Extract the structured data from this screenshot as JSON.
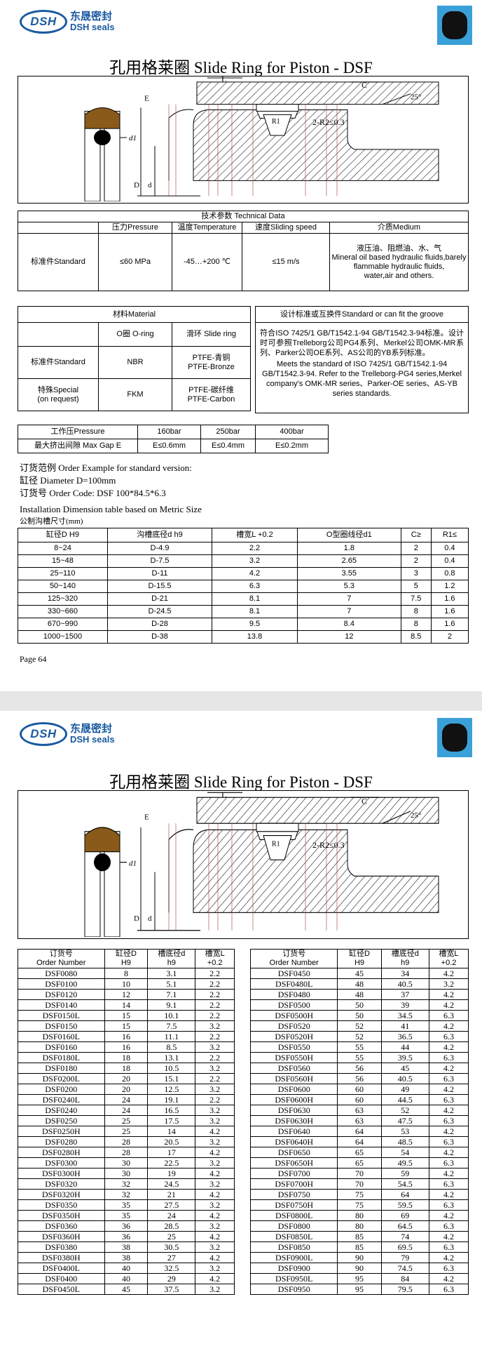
{
  "logo": {
    "mark": "DSH",
    "cn": "东晟密封",
    "en": "DSH seals"
  },
  "title": "孔用格莱圈 Slide Ring for Piston - DSF",
  "drawing": {
    "labels": [
      "L",
      "C",
      "E",
      "25°",
      "R1",
      "2-R2≤0.3",
      "d1",
      "D",
      "d"
    ]
  },
  "tech": {
    "header": "技术参数 Technical Data",
    "cols": [
      "压力Pressure",
      "温度Temperature",
      "速度Sliding speed",
      "介质Medium"
    ],
    "row_label": "标准件Standard",
    "values": [
      "≤60 MPa",
      "-45…+200 ℃",
      "≤15 m/s",
      "液压油、阻燃油、水、气\nMineral oil based hydraulic fluids,barely flammable hydraulic fluids,\nwater,air and others."
    ]
  },
  "material": {
    "header": "材料Material",
    "cols": [
      "O圈 O-ring",
      "滑环 Slide ring"
    ],
    "rows": [
      {
        "label": "标准件Standard",
        "oring": "NBR",
        "slide": "PTFE-青铜\nPTFE-Bronze"
      },
      {
        "label": "特殊Special\n(on request)",
        "oring": "FKM",
        "slide": "PTFE-碳纤维\nPTFE-Carbon"
      }
    ]
  },
  "groove": {
    "header": "设计标准或互换件Standard or can fit the groove",
    "cn": "符合ISO 7425/1  GB/T1542.1-94  GB/T1542.3-94标准。设计时可参照Trelleborg公司PG4系列、Merkel公司OMK-MR系列、Parker公司OE系列、AS公司的YB系列标准。",
    "en": "Meets the standard of  ISO 7425/1  GB/T1542.1-94 GB/T1542.3-94. Refer to the Trelleborg-PG4 series,Merkel company's OMK-MR series、Parker-OE series、AS-YB series standards."
  },
  "pressure": {
    "rows": [
      {
        "label": "工作压Pressure",
        "v": [
          "160bar",
          "250bar",
          "400bar"
        ]
      },
      {
        "label": "最大挤出间隙 Max Gap E",
        "v": [
          "E≤0.6mm",
          "E≤0.4mm",
          "E≤0.2mm"
        ]
      }
    ]
  },
  "order": {
    "l1": "订货范例  Order Example for standard version:",
    "l2": "缸径  Diameter D=100mm",
    "l3": "订货号 Order Code: DSF 100*84.5*6.3",
    "l4": "Installation Dimension table based on Metric Size",
    "l5": "公制沟槽尺寸(mm)"
  },
  "install": {
    "headers": [
      "缸径D  H9",
      "沟槽底径d  h9",
      "槽宽L  +0.2",
      "O型圈线径d1",
      "C≥",
      "R1≤"
    ],
    "rows": [
      [
        "8~24",
        "D-4.9",
        "2.2",
        "1.8",
        "2",
        "0.4"
      ],
      [
        "15~48",
        "D-7.5",
        "3.2",
        "2.65",
        "2",
        "0.4"
      ],
      [
        "25~110",
        "D-11",
        "4.2",
        "3.55",
        "3",
        "0.8"
      ],
      [
        "50~140",
        "D-15.5",
        "6.3",
        "5.3",
        "5",
        "1.2"
      ],
      [
        "125~320",
        "D-21",
        "8.1",
        "7",
        "7.5",
        "1.6"
      ],
      [
        "330~660",
        "D-24.5",
        "8.1",
        "7",
        "8",
        "1.6"
      ],
      [
        "670~990",
        "D-28",
        "9.5",
        "8.4",
        "8",
        "1.6"
      ],
      [
        "1000~1500",
        "D-38",
        "13.8",
        "12",
        "8.5",
        "2"
      ]
    ]
  },
  "page_label": "Page  64",
  "order_table": {
    "headers": [
      "订货号\nOrder Number",
      "缸径D\nH9",
      "槽底径d\nh9",
      "槽宽L\n+0.2"
    ],
    "left": [
      [
        "DSF0080",
        "8",
        "3.1",
        "2.2"
      ],
      [
        "DSF0100",
        "10",
        "5.1",
        "2.2"
      ],
      [
        "DSF0120",
        "12",
        "7.1",
        "2.2"
      ],
      [
        "DSF0140",
        "14",
        "9.1",
        "2.2"
      ],
      [
        "DSF0150L",
        "15",
        "10.1",
        "2.2"
      ],
      [
        "DSF0150",
        "15",
        "7.5",
        "3.2"
      ],
      [
        "DSF0160L",
        "16",
        "11.1",
        "2.2"
      ],
      [
        "DSF0160",
        "16",
        "8.5",
        "3.2"
      ],
      [
        "DSF0180L",
        "18",
        "13.1",
        "2.2"
      ],
      [
        "DSF0180",
        "18",
        "10.5",
        "3.2"
      ],
      [
        "DSF0200L",
        "20",
        "15.1",
        "2.2"
      ],
      [
        "DSF0200",
        "20",
        "12.5",
        "3.2"
      ],
      [
        "DSF0240L",
        "24",
        "19.1",
        "2.2"
      ],
      [
        "DSF0240",
        "24",
        "16.5",
        "3.2"
      ],
      [
        "DSF0250",
        "25",
        "17.5",
        "3.2"
      ],
      [
        "DSF0250H",
        "25",
        "14",
        "4.2"
      ],
      [
        "DSF0280",
        "28",
        "20.5",
        "3.2"
      ],
      [
        "DSF0280H",
        "28",
        "17",
        "4.2"
      ],
      [
        "DSF0300",
        "30",
        "22.5",
        "3.2"
      ],
      [
        "DSF0300H",
        "30",
        "19",
        "4.2"
      ],
      [
        "DSF0320",
        "32",
        "24.5",
        "3.2"
      ],
      [
        "DSF0320H",
        "32",
        "21",
        "4.2"
      ],
      [
        "DSF0350",
        "35",
        "27.5",
        "3.2"
      ],
      [
        "DSF0350H",
        "35",
        "24",
        "4.2"
      ],
      [
        "DSF0360",
        "36",
        "28.5",
        "3.2"
      ],
      [
        "DSF0360H",
        "36",
        "25",
        "4.2"
      ],
      [
        "DSF0380",
        "38",
        "30.5",
        "3.2"
      ],
      [
        "DSF0380H",
        "38",
        "27",
        "4.2"
      ],
      [
        "DSF0400L",
        "40",
        "32.5",
        "3.2"
      ],
      [
        "DSF0400",
        "40",
        "29",
        "4.2"
      ],
      [
        "DSF0450L",
        "45",
        "37.5",
        "3.2"
      ]
    ],
    "right": [
      [
        "DSF0450",
        "45",
        "34",
        "4.2"
      ],
      [
        "DSF0480L",
        "48",
        "40.5",
        "3.2"
      ],
      [
        "DSF0480",
        "48",
        "37",
        "4.2"
      ],
      [
        "DSF0500",
        "50",
        "39",
        "4.2"
      ],
      [
        "DSF0500H",
        "50",
        "34.5",
        "6.3"
      ],
      [
        "DSF0520",
        "52",
        "41",
        "4.2"
      ],
      [
        "DSF0520H",
        "52",
        "36.5",
        "6.3"
      ],
      [
        "DSF0550",
        "55",
        "44",
        "4.2"
      ],
      [
        "DSF0550H",
        "55",
        "39.5",
        "6.3"
      ],
      [
        "DSF0560",
        "56",
        "45",
        "4.2"
      ],
      [
        "DSF0560H",
        "56",
        "40.5",
        "6.3"
      ],
      [
        "DSF0600",
        "60",
        "49",
        "4.2"
      ],
      [
        "DSF0600H",
        "60",
        "44.5",
        "6.3"
      ],
      [
        "DSF0630",
        "63",
        "52",
        "4.2"
      ],
      [
        "DSF0630H",
        "63",
        "47.5",
        "6.3"
      ],
      [
        "DSF0640",
        "64",
        "53",
        "4.2"
      ],
      [
        "DSF0640H",
        "64",
        "48.5",
        "6.3"
      ],
      [
        "DSF0650",
        "65",
        "54",
        "4.2"
      ],
      [
        "DSF0650H",
        "65",
        "49.5",
        "6.3"
      ],
      [
        "DSF0700",
        "70",
        "59",
        "4.2"
      ],
      [
        "DSF0700H",
        "70",
        "54.5",
        "6.3"
      ],
      [
        "DSF0750",
        "75",
        "64",
        "4.2"
      ],
      [
        "DSF0750H",
        "75",
        "59.5",
        "6.3"
      ],
      [
        "DSF0800L",
        "80",
        "69",
        "4.2"
      ],
      [
        "DSF0800",
        "80",
        "64.5",
        "6.3"
      ],
      [
        "DSF0850L",
        "85",
        "74",
        "4.2"
      ],
      [
        "DSF0850",
        "85",
        "69.5",
        "6.3"
      ],
      [
        "DSF0900L",
        "90",
        "79",
        "4.2"
      ],
      [
        "DSF0900",
        "90",
        "74.5",
        "6.3"
      ],
      [
        "DSF0950L",
        "95",
        "84",
        "4.2"
      ],
      [
        "DSF0950",
        "95",
        "79.5",
        "6.3"
      ]
    ]
  }
}
